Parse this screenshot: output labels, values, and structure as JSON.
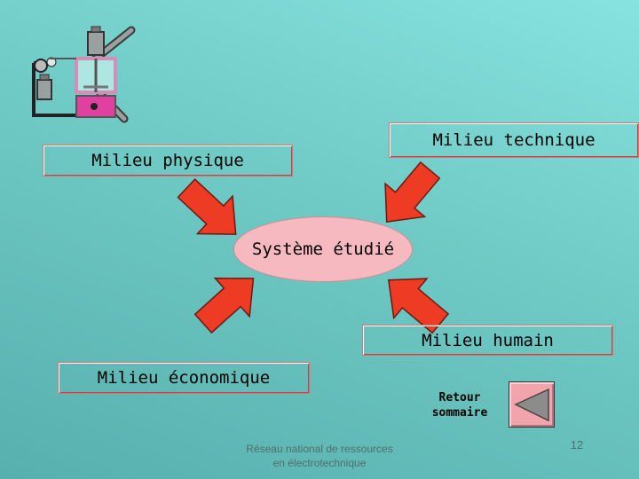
{
  "slide": {
    "boxes": {
      "physique": "Milieu physique",
      "technique": "Milieu technique",
      "humain": "Milieu humain",
      "economique": "Milieu économique"
    },
    "center": "Système étudié",
    "retour": {
      "line1": "Retour",
      "line2": "sommaire"
    },
    "footer": {
      "line1": "Réseau national de ressources",
      "line2": "en électrotechnique"
    },
    "page_number": "12"
  },
  "colors": {
    "arrow_fill": "#ee3b24",
    "box_border": "#e07070",
    "ellipse_fill": "#f6b9bf",
    "button_fill": "#f2a4ac",
    "triangle_fill": "#8c8c8c"
  },
  "icons": {
    "illustration": "machine-diagram-icon",
    "retour": "back-triangle-icon"
  }
}
